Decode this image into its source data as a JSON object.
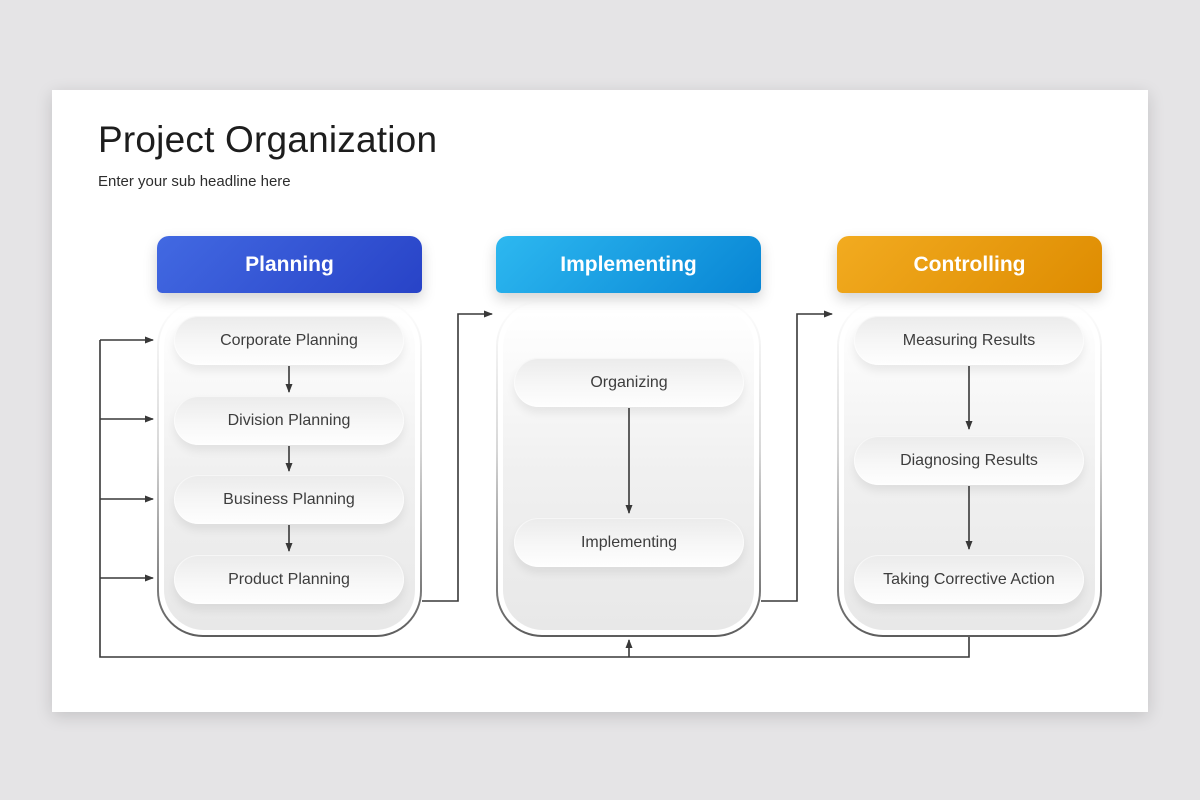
{
  "slide": {
    "title": "Project Organization",
    "subtitle": "Enter your sub headline here"
  },
  "columns": [
    {
      "header": "Planning",
      "header_gradient": [
        "#4269e2",
        "#2843c7"
      ],
      "items": [
        "Corporate Planning",
        "Division Planning",
        "Business Planning",
        "Product Planning"
      ]
    },
    {
      "header": "Implementing",
      "header_gradient": [
        "#2db8f0",
        "#0885d4"
      ],
      "items": [
        "Organizing",
        "Implementing"
      ]
    },
    {
      "header": "Controlling",
      "header_gradient": [
        "#f2ab20",
        "#de8c01"
      ],
      "items": [
        "Measuring Results",
        "Diagnosing Results",
        "Taking Corrective Action"
      ]
    }
  ],
  "flow_arrows": [
    "Corporate Planning -> Division Planning",
    "Division Planning -> Business Planning",
    "Business Planning -> Product Planning",
    "Planning (Product Planning) -> Implementing",
    "Organizing -> Implementing",
    "Implementing -> Controlling",
    "Measuring Results -> Diagnosing Results",
    "Diagnosing Results -> Taking Corrective Action",
    "Controlling -> bottom feedback rail -> left rail -> each Planning step",
    "Bottom feedback rail -> up into Implementing"
  ],
  "colors": {
    "canvas_bg": "#e5e4e6",
    "slide_bg": "#ffffff",
    "line": "#383838",
    "title_text": "#1d1d1d",
    "subtitle_text": "#2d2d2d",
    "pill_text": "#3d3d3d",
    "header_text": "#ffffff"
  }
}
